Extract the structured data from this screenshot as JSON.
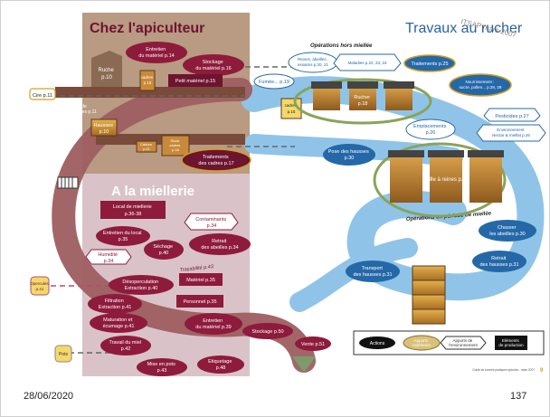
{
  "footer": {
    "date": "28/06/2020",
    "page_number": "137"
  },
  "sections": {
    "apiculteur": "Chez l'apiculteur",
    "miellerie": "A la miellerie",
    "rucher": "Travaux au rucher",
    "stamp": "ITSAP mars 2007",
    "ops_hors_miellee": "Opérations hors miellée",
    "ops_miellee": "Opérations en période de miellée"
  },
  "nodes": {
    "cire": "Cire p.11",
    "fils_cadres": [
      "Fils de",
      "cadres p.11"
    ],
    "entretien_materiel": [
      "Entretien",
      "du matériel p.14"
    ],
    "stockage_materiel": [
      "Stockage",
      "du matériel p.16"
    ],
    "ruche": [
      "Ruche",
      "p.10"
    ],
    "cadres_15": [
      "cadres",
      "p.15"
    ],
    "petit_materiel": "Petit matériel p.15",
    "hausses": [
      "Hausses",
      "p.10"
    ],
    "cadres_11": [
      "Cadres",
      "p.11"
    ],
    "stock_cadres": [
      "Stock",
      "cadres",
      "p.16"
    ],
    "traitements_cadres": [
      "Traitements",
      "des cadres p.17"
    ],
    "fumee": "Fumée... p.19",
    "cadres_rucher": [
      "cadres",
      "p.15"
    ],
    "reines": [
      "Reines, abeilles,",
      "essaims p.20, 21"
    ],
    "maladies": "Maladies p.22, 23, 24",
    "traitements_25": "Traitements p.25",
    "nourrissement": [
      "Nourrissement :",
      "sucre, pollen... p.28, 29"
    ],
    "rucher_18": [
      "Rucher",
      "p.18"
    ],
    "emplacements": [
      "Emplacements",
      "p.26"
    ],
    "pesticides": "Pesticides p.27",
    "environnement": [
      "Environnement",
      "Nectar & miellat p.26"
    ],
    "pose_hausses": [
      "Pose des hausses",
      "p.30"
    ],
    "grille_reines": "Grille à reines p.30",
    "chasser_abeilles": [
      "Chasser",
      "les abeilles p.30"
    ],
    "retrait_hausses_31": [
      "Retrait",
      "des hausses p.31"
    ],
    "transport_hausses": [
      "Transport",
      "des hausses p.31"
    ],
    "local_miellerie": [
      "Local de miellerie",
      "p.36-38"
    ],
    "contaminants": [
      "Contaminants",
      "p.34"
    ],
    "entretien_local": [
      "Entretien du local",
      "p.35"
    ],
    "sechage": [
      "Séchage",
      "p.40"
    ],
    "retrait_abeilles": [
      "Retrait",
      "des abeilles p.34"
    ],
    "tracabilite": "Traçabilité p.43",
    "humidite": [
      "Humidité",
      "p.34"
    ],
    "materiel_35": "Matériel p.35",
    "desoperculation": [
      "Désoperculation",
      "Extraction p.40"
    ],
    "personnel": "Personnel p.35",
    "filtration": [
      "Filtration",
      "Extraction p.41"
    ],
    "entretien_materiel_39": [
      "Entretien",
      "du matériel p.39"
    ],
    "maturation": [
      "Maturation et",
      "écumage p.41"
    ],
    "stockage_50": "Stockage p.50",
    "vente": "Vente p.51",
    "travail_miel": [
      "Travail du miel",
      "p.42"
    ],
    "opercules": [
      "Opercules",
      "p.41"
    ],
    "pots": "Pots",
    "mise_en_pots": [
      "Mise en pots",
      "p.43"
    ],
    "etiquetage": [
      "Etiquetage",
      "p.48"
    ]
  },
  "legend": {
    "actions": "Actions",
    "apports_exterieurs": [
      "Apports",
      "extérieurs"
    ],
    "apports_environnement": [
      "Apports de",
      "l'environnement"
    ],
    "elements_production": [
      "Eléments",
      "de production"
    ]
  },
  "source_credit": "Guide de bonnes pratiques apicoles - mars 2007",
  "colors": {
    "maroon": "#8e1b3c",
    "dark_maroon": "#6d1430",
    "tan_panel": "#b99a82",
    "pink_panel": "#d9c3c8",
    "flow_brown": "#9e5e60",
    "river": "#8fc4e8",
    "river_dark": "#2f7bbf",
    "title_blue": "#2a63a0",
    "node_blue": "#2568a8",
    "wood": "#c88a3a",
    "yellow": "#f4d86a",
    "green_ring": "#8aa35a"
  }
}
